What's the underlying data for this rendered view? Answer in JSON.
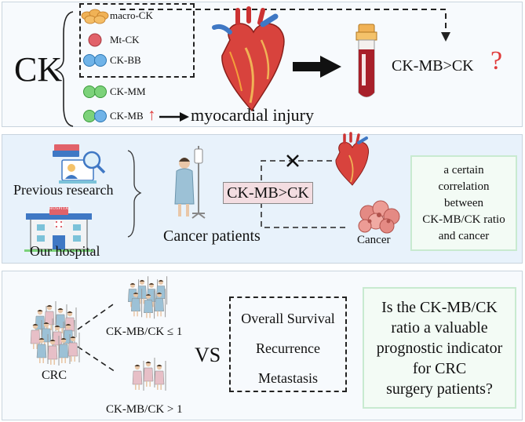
{
  "panel1": {
    "ck": "CK",
    "isoforms": [
      "macro-CK",
      "Mt-CK",
      "CK-BB",
      "CK-MM",
      "CK-MB"
    ],
    "up_arrow": "↑",
    "injury": "myocardial injury",
    "question": "CK-MB>CK",
    "qmark": "?"
  },
  "panel2": {
    "previous": "Previous research",
    "hospital": "Our hospital",
    "hospital_sign": "HOSPITAL",
    "patients": "Cancer patients",
    "ratio": "CK-MB>CK",
    "cancer": "Cancer",
    "finding": [
      "a certain",
      "correlation",
      "between",
      "CK-MB/CK ratio",
      "and cancer"
    ]
  },
  "panel3": {
    "crc": "CRC",
    "low": "CK-MB/CK ≤ 1",
    "high": "CK-MB/CK > 1",
    "vs": "VS",
    "outcomes": [
      "Overall Survival",
      "Recurrence",
      "Metastasis"
    ],
    "question": [
      "Is the CK-MB/CK",
      "ratio a valuable",
      "prognostic indicator",
      "for CRC",
      "surgery patients?"
    ]
  },
  "colors": {
    "accent_red": "#e03a3a",
    "cancer_pink": "#e48a84",
    "gown_blue": "#9cc1d6",
    "gown_pink": "#e7bfc7",
    "ratio_box": "#f3dde1",
    "finding_border": "#c8ead0"
  }
}
